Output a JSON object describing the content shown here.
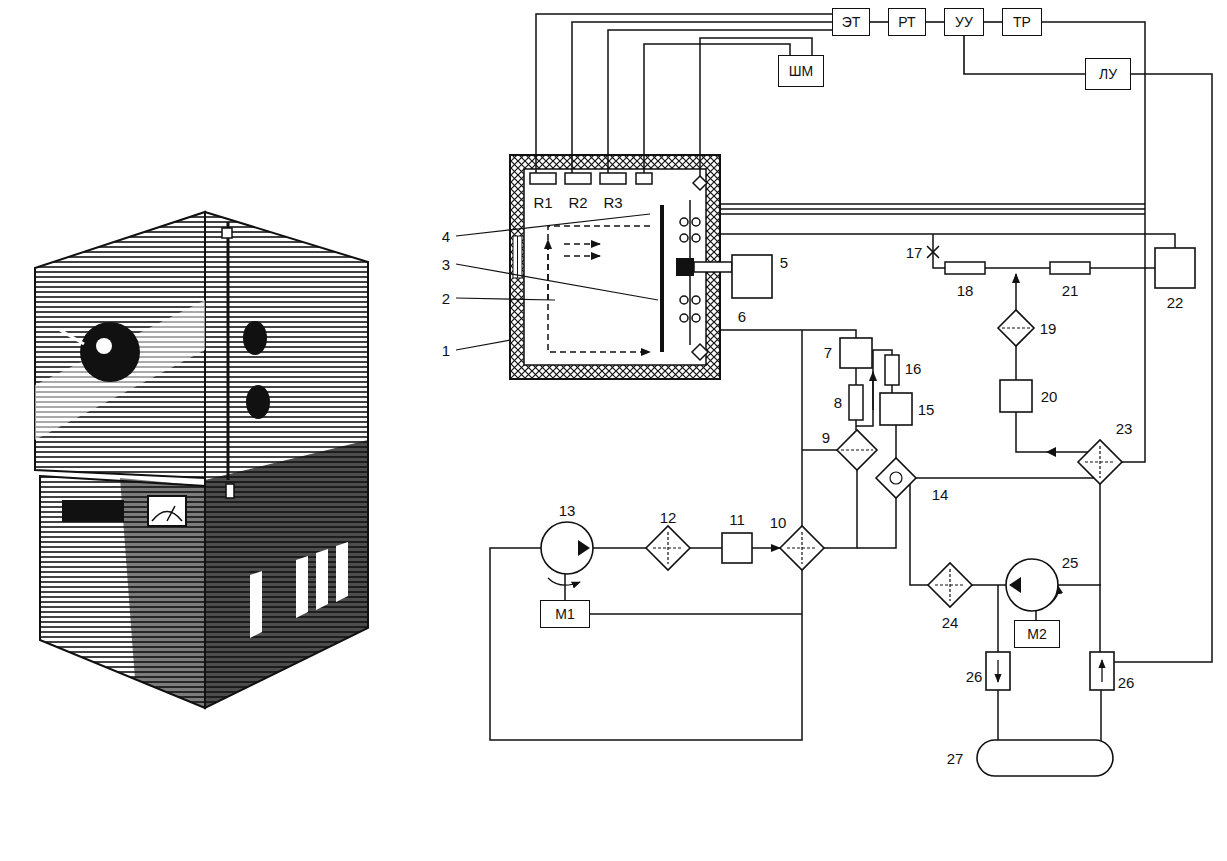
{
  "diagram": {
    "nodes": [
      {
        "text": [
          "ЭТ"
        ]
      },
      {
        "text": [
          "РТ"
        ]
      },
      {
        "text": [
          "УУ"
        ]
      },
      {
        "text": [
          "ТР"
        ]
      },
      {
        "text": [
          "ШМ"
        ]
      },
      {
        "text": [
          "ЛУ"
        ]
      },
      {
        "text": [
          "M1"
        ]
      },
      {
        "text": [
          "M2"
        ]
      }
    ],
    "edges": [
      {
        "from": 0,
        "to": 1,
        "arrow": "none"
      },
      {
        "from": 1,
        "to": 2,
        "arrow": "none"
      },
      {
        "from": 2,
        "to": 3,
        "arrow": "none"
      },
      {
        "from": 2,
        "to": 5,
        "arrow": "none"
      }
    ],
    "labels": [
      "R1",
      "R2",
      "R3",
      "4",
      "3",
      "2",
      "1",
      "5",
      "6",
      "7",
      "8",
      "9",
      "10",
      "11",
      "12",
      "13",
      "14",
      "15",
      "16",
      "17",
      "18",
      "19",
      "20",
      "21",
      "22",
      "23",
      "24",
      "25",
      "26",
      "26",
      "27"
    ]
  }
}
